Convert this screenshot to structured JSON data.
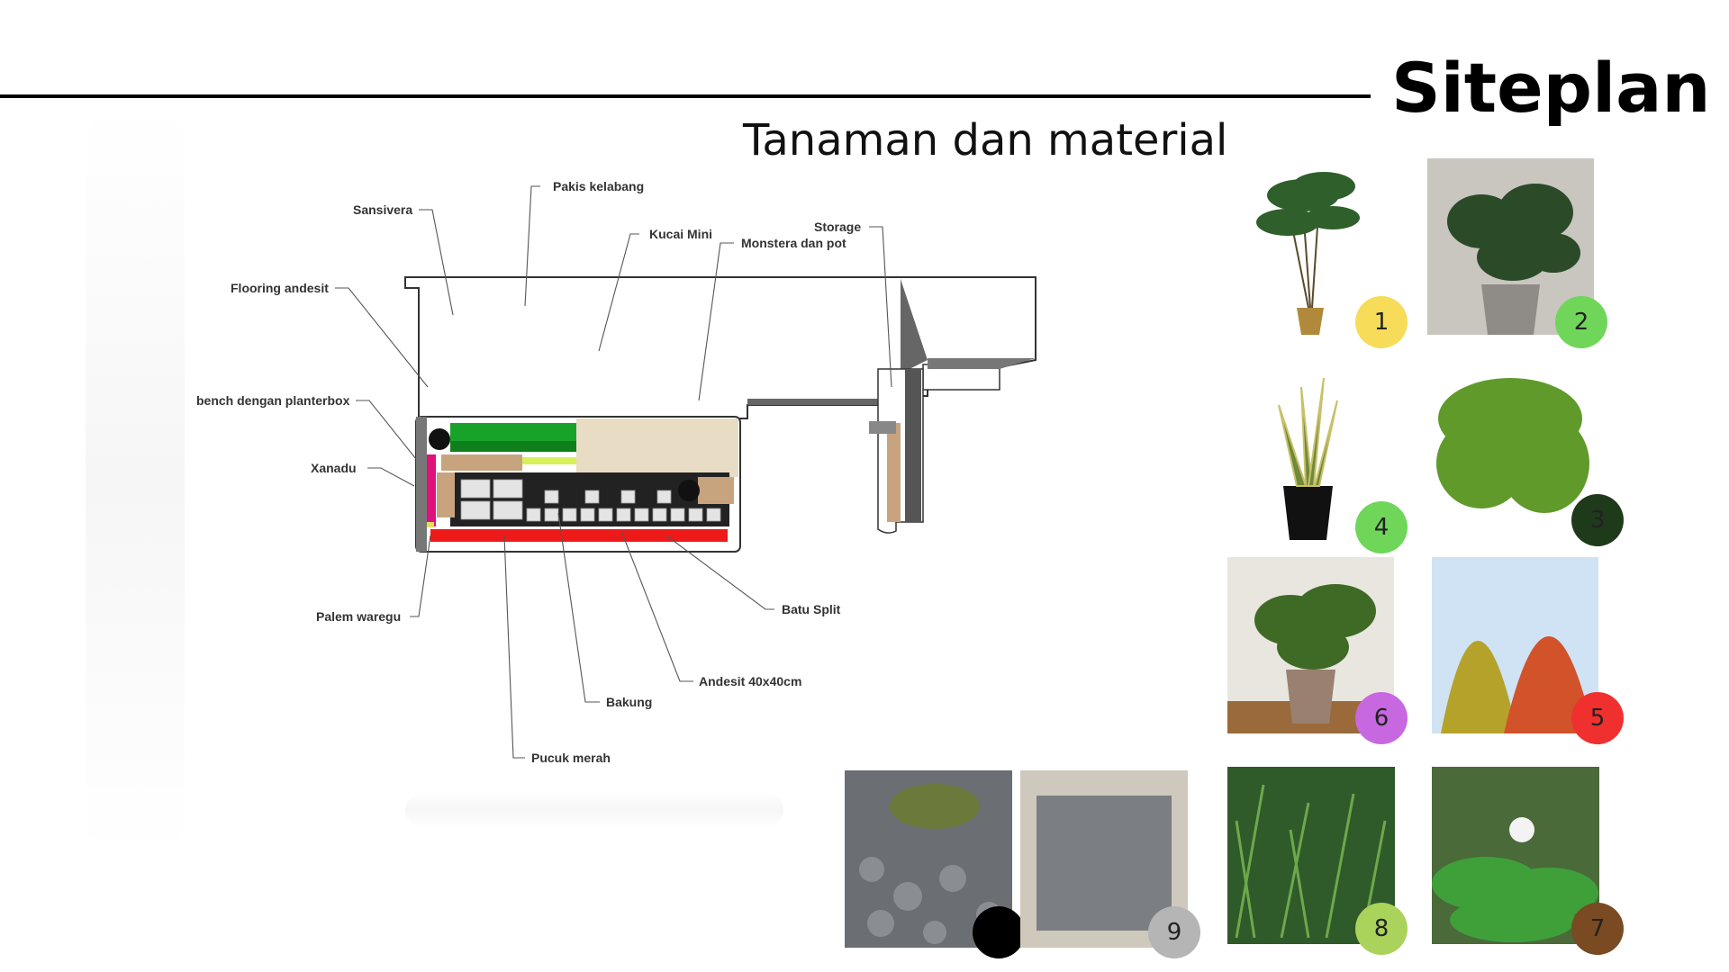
{
  "title": "Siteplan",
  "subtitle": "Tanaman dan material",
  "labels": {
    "sansivera": "Sansivera",
    "pakis": "Pakis kelabang",
    "kucai": "Kucai Mini",
    "monstera": "Monstera dan pot",
    "storage": "Storage",
    "flooring": "Flooring andesit",
    "bench": "bench dengan planterbox",
    "xanadu": "Xanadu",
    "palem": "Palem waregu",
    "batu": "Batu Split",
    "andesit": "Andesit 40x40cm",
    "bakung": "Bakung",
    "pucuk": "Pucuk merah"
  },
  "swatches": [
    {
      "number": "1",
      "color": "#f7dc5a",
      "photo": "palm-plant"
    },
    {
      "number": "2",
      "color": "#6fd65a",
      "photo": "monstera-plant"
    },
    {
      "number": "3",
      "color": "#1f3a1a",
      "photo": "fern-plant"
    },
    {
      "number": "4",
      "color": "#6fd65a",
      "photo": "snake-plant"
    },
    {
      "number": "5",
      "color": "#f0302e",
      "photo": "shrub-red"
    },
    {
      "number": "6",
      "color": "#c768e0",
      "photo": "philodendron-plant"
    },
    {
      "number": "7",
      "color": "#7a4a22",
      "photo": "lily-plant"
    },
    {
      "number": "8",
      "color": "#a9d35a",
      "photo": "mondo-grass"
    },
    {
      "number": "9",
      "color": "#b5b5b5",
      "photo": "andesite-tile"
    },
    {
      "number": "",
      "color": "#000000",
      "photo": "split-stone"
    }
  ]
}
